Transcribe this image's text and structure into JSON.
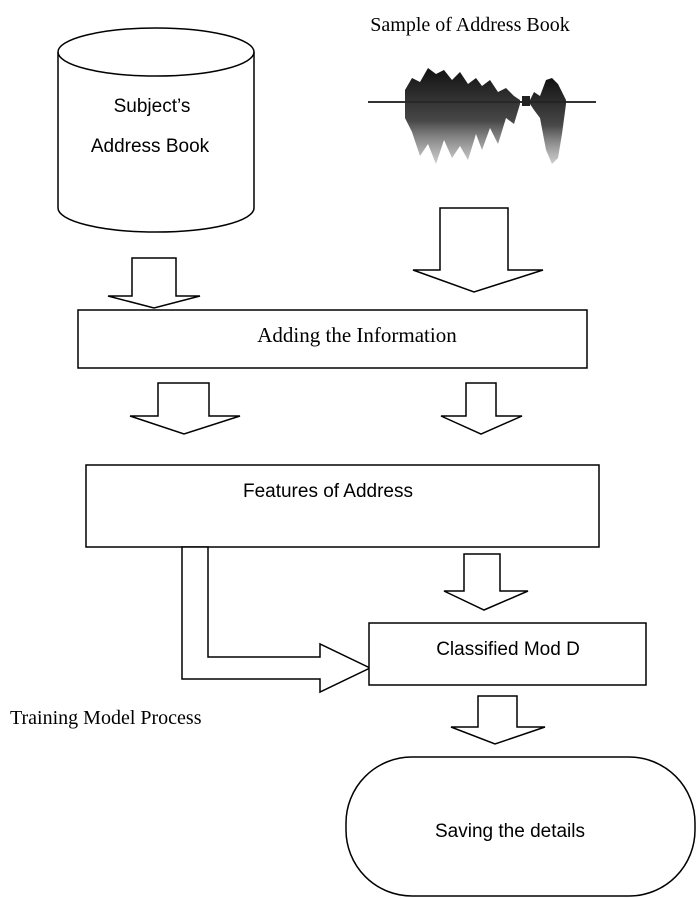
{
  "cylinder": {
    "line1": "Subject’s",
    "line2": "Address Book"
  },
  "sample_label": "Sample of Address Book",
  "waveform_icon": "audio-waveform",
  "adding_box": "Adding the Information",
  "features_box": "Features of Address",
  "classified_box": "Classified Mod D",
  "training_label": "Training Model Process",
  "saving_terminal": "Saving the details"
}
